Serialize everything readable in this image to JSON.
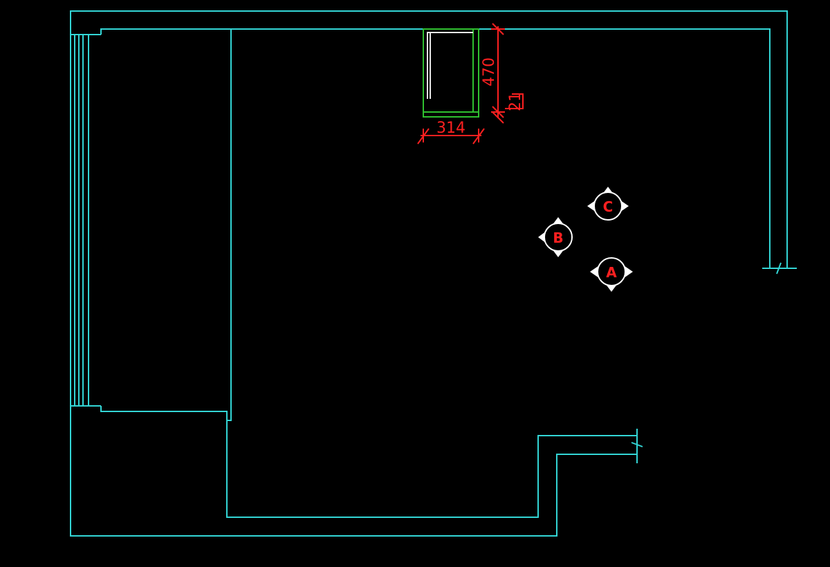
{
  "dimensions": {
    "width_label": "314",
    "height_label": "470",
    "offset_label": "21"
  },
  "markers": [
    {
      "label": "C"
    },
    {
      "label": "B"
    },
    {
      "label": "A"
    }
  ],
  "colors": {
    "background": "#000000",
    "walls": "#33d6d6",
    "cabinet": "#2fc02f",
    "dimension": "#ff2020",
    "marker": "#ffffff"
  }
}
